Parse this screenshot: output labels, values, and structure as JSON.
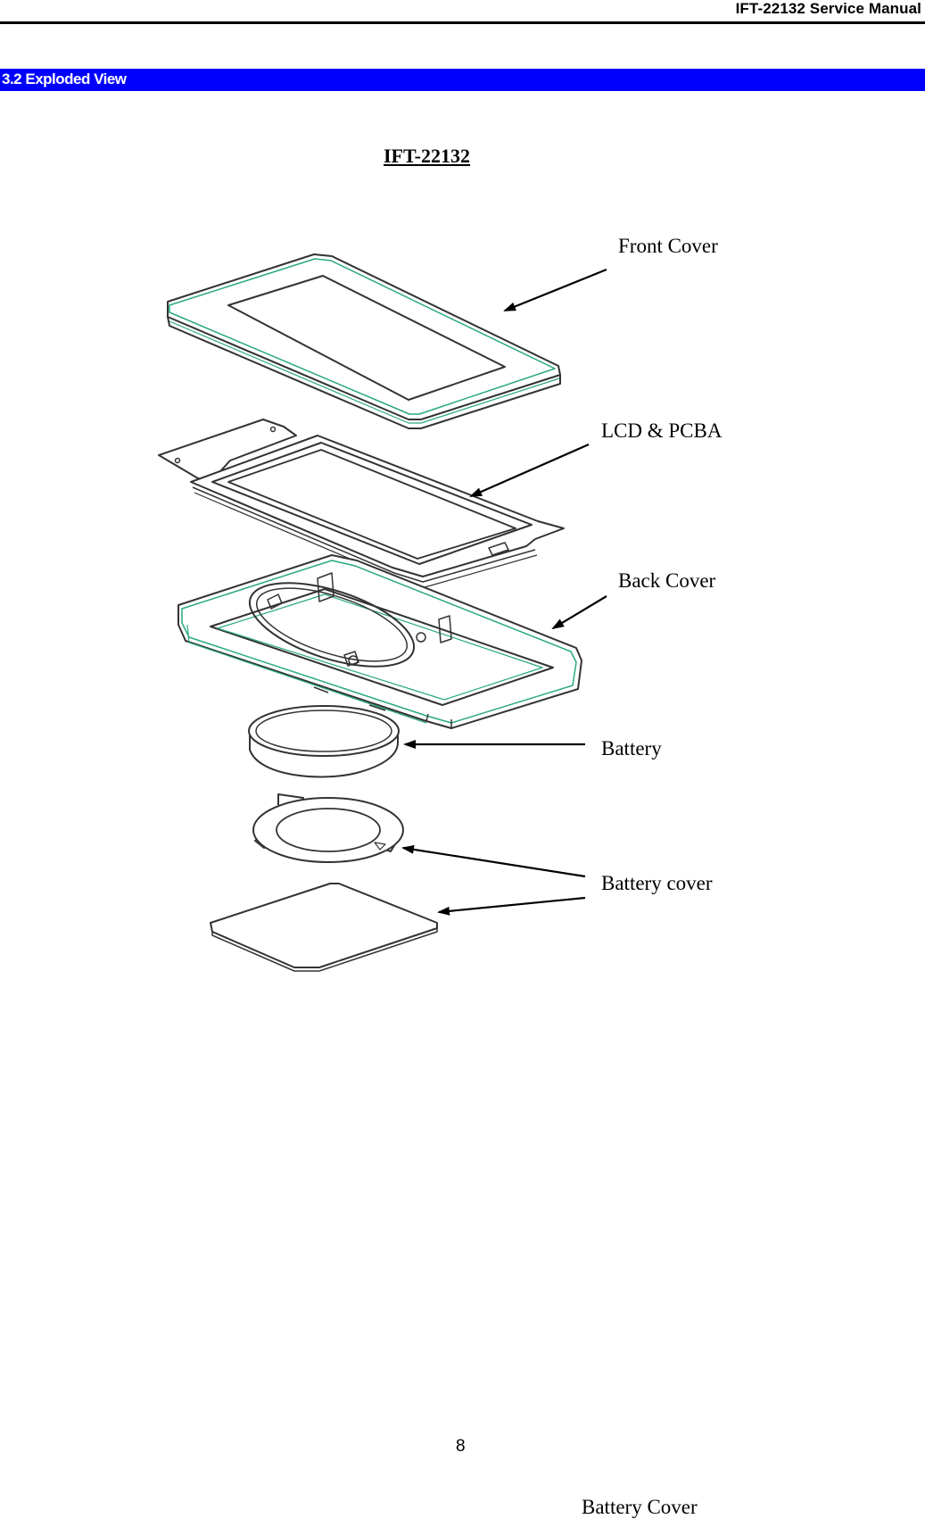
{
  "header": {
    "title": "IFT-22132 Service Manual"
  },
  "section": {
    "label": "3.2  Exploded View"
  },
  "diagram": {
    "model": "IFT-22132",
    "parts": {
      "front_cover": "Front Cover",
      "lcd_pcba": "LCD & PCBA",
      "back_cover": "Back Cover",
      "battery": "Battery",
      "battery_cover": "Battery cover"
    },
    "colors": {
      "outline": "#333333",
      "accent": "#2aa882",
      "arrow": "#000000"
    }
  },
  "footer": {
    "page_number": "8",
    "cut_text": "Battery Cover"
  }
}
